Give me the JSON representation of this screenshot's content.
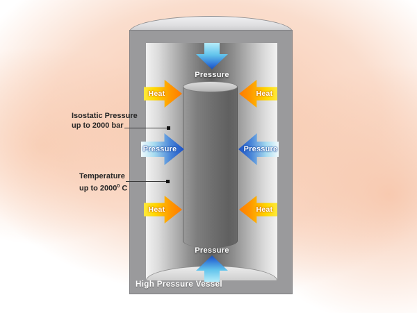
{
  "vessel": {
    "title": "High Pressure Vessel"
  },
  "arrows": {
    "pressure_top": "Pressure",
    "pressure_bottom": "Pressure",
    "pressure_left": "Pressure",
    "pressure_right": "Pressure",
    "heat_upper_left": "Heat",
    "heat_upper_right": "Heat",
    "heat_lower_left": "Heat",
    "heat_lower_right": "Heat"
  },
  "callouts": {
    "isostatic": {
      "line1": "Isostatic Pressure",
      "line2": "up to 2000 bar"
    },
    "temperature": {
      "line1": "Temperature",
      "line2_prefix": "up to 2000",
      "line2_sup": "0",
      "line2_suffix": " C"
    }
  },
  "colors": {
    "vessel_gray": "#9a9a9c",
    "heat_yellow": "#ffe93c",
    "heat_orange": "#ff7a00",
    "pressure_light": "#a8dcf0",
    "pressure_dark": "#1a50c4",
    "background_peach": "#f7c3a2"
  }
}
